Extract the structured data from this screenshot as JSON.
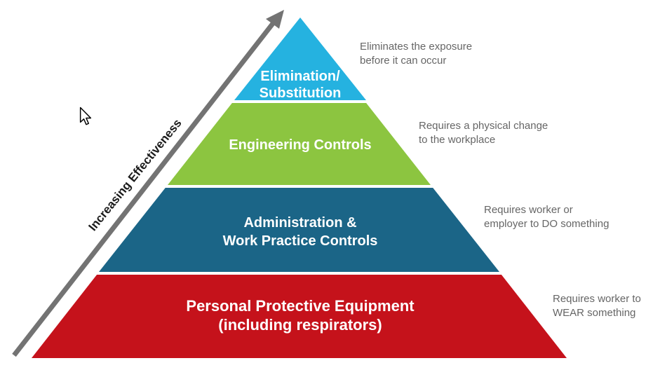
{
  "diagram": {
    "name": "Hierarchy of Controls pyramid",
    "background_color": "#ffffff"
  },
  "arrow": {
    "label": "Increasing Effectiveness",
    "color": "#737373",
    "label_color": "#1b1b1b"
  },
  "annotation_text_color": "#666666",
  "tiers": [
    {
      "id": "elimination-substitution",
      "color": "#25B2E0",
      "label_lines": [
        "Elimination/",
        "Substitution"
      ],
      "annotation_lines": [
        "Eliminates the exposure",
        "before it can occur"
      ]
    },
    {
      "id": "engineering-controls",
      "color": "#8CC540",
      "label_lines": [
        "Engineering Controls"
      ],
      "annotation_lines": [
        "Requires a physical change",
        "to the workplace"
      ]
    },
    {
      "id": "administration-work-practice-controls",
      "color": "#1B6587",
      "label_lines": [
        "Administration &",
        "Work Practice Controls"
      ],
      "annotation_lines": [
        "Requires worker or",
        "employer to DO something"
      ]
    },
    {
      "id": "personal-protective-equipment",
      "color": "#C5121B",
      "label_lines": [
        "Personal Protective Equipment",
        "(including respirators)"
      ],
      "annotation_lines": [
        "Requires worker to",
        "WEAR something"
      ]
    }
  ],
  "cursor": {
    "type": "arrow-pointer"
  }
}
